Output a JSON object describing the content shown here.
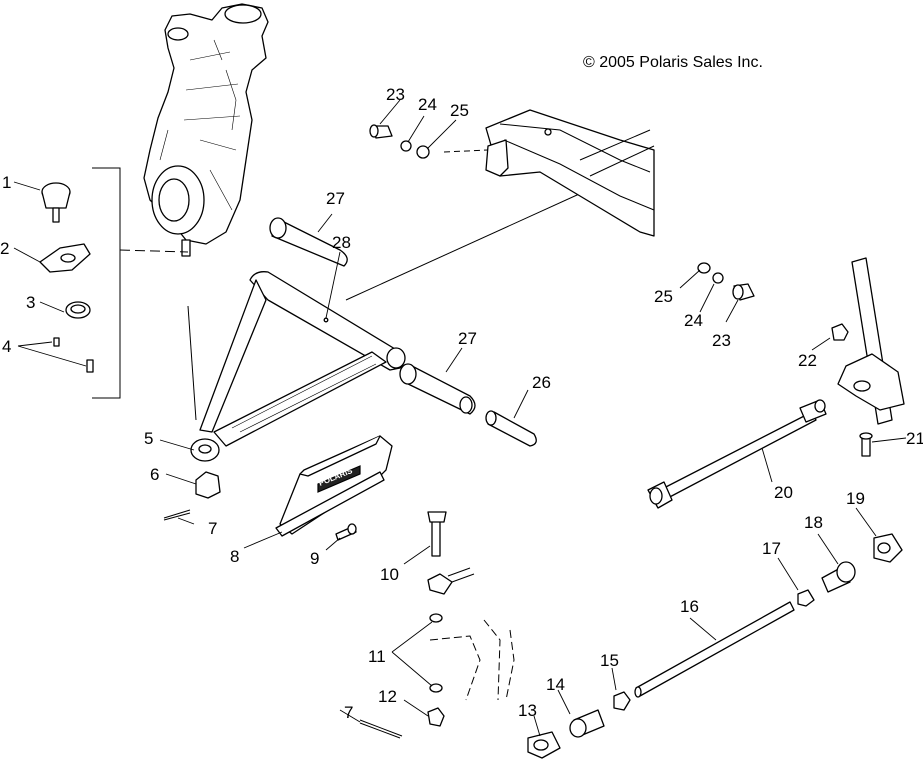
{
  "copyright": "© 2005 Polaris Sales Inc.",
  "brand_mark": "POLARIS",
  "callouts": {
    "c1": "1",
    "c2": "2",
    "c3": "3",
    "c4": "4",
    "c5": "5",
    "c6": "6",
    "c7a": "7",
    "c7b": "7",
    "c8": "8",
    "c9": "9",
    "c10": "10",
    "c11": "11",
    "c12": "12",
    "c13": "13",
    "c14": "14",
    "c15": "15",
    "c16": "16",
    "c17": "17",
    "c18": "18",
    "c19": "19",
    "c20": "20",
    "c21": "21",
    "c22": "22",
    "c23a": "23",
    "c23b": "23",
    "c24a": "24",
    "c24b": "24",
    "c25a": "25",
    "c25b": "25",
    "c26": "26",
    "c27a": "27",
    "c27b": "27",
    "c28": "28"
  }
}
